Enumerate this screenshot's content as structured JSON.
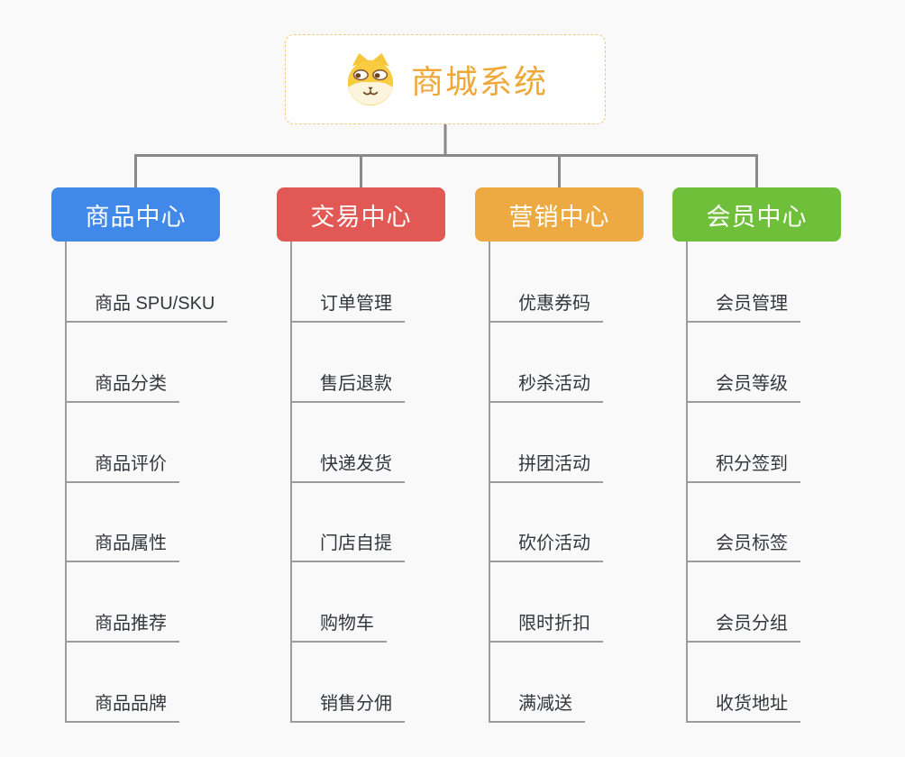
{
  "root": {
    "title": "商城系统",
    "icon": "dog-face-icon",
    "title_color": "#efa838",
    "border_color": "#f3c77e"
  },
  "branches": [
    {
      "label": "商品中心",
      "color": "#4189e8",
      "items": [
        "商品 SPU/SKU",
        "商品分类",
        "商品评价",
        "商品属性",
        "商品推荐",
        "商品品牌"
      ]
    },
    {
      "label": "交易中心",
      "color": "#e25855",
      "items": [
        "订单管理",
        "售后退款",
        "快递发货",
        "门店自提",
        "购物车",
        "销售分佣"
      ]
    },
    {
      "label": "营销中心",
      "color": "#edaa42",
      "items": [
        "优惠券码",
        "秒杀活动",
        "拼团活动",
        "砍价活动",
        "限时折扣",
        "满减送"
      ]
    },
    {
      "label": "会员中心",
      "color": "#6fbf3b",
      "items": [
        "会员管理",
        "会员等级",
        "积分签到",
        "会员标签",
        "会员分组",
        "收货地址"
      ]
    }
  ],
  "colors": {
    "background": "#f9f9f9",
    "connector": "#898989",
    "leaf_line": "#9c9c9c",
    "leaf_text": "#33373d",
    "branch_text": "#ffffff"
  }
}
